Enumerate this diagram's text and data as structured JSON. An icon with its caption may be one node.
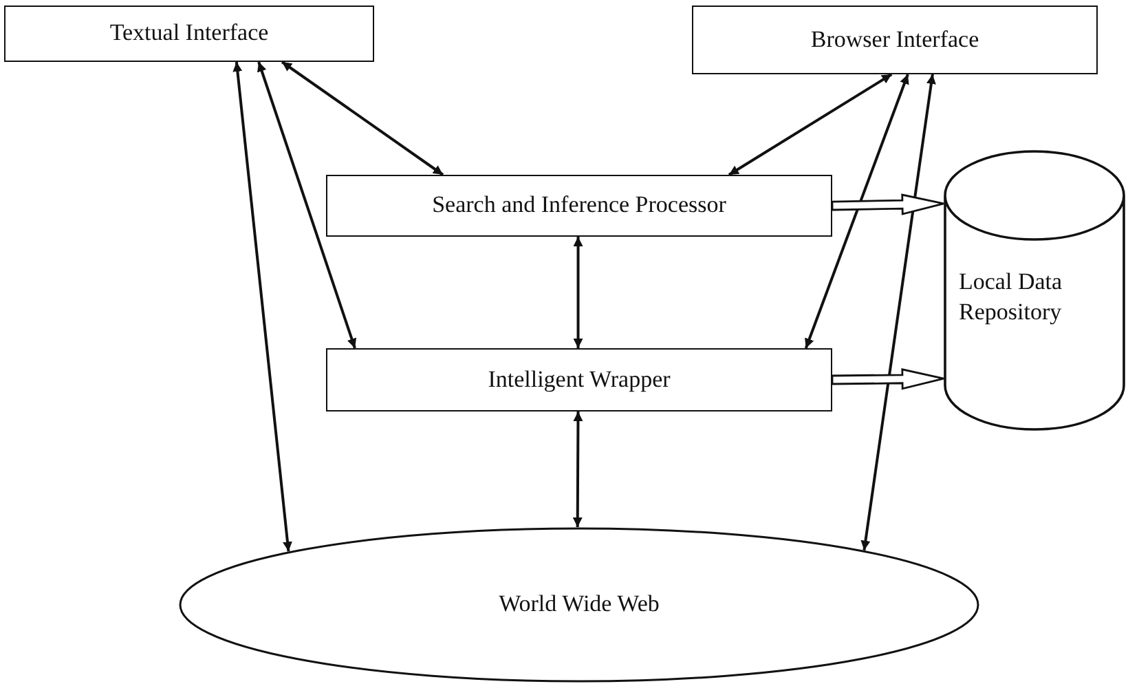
{
  "diagram": {
    "nodes": [
      {
        "text": [
          "Textual Interface"
        ]
      },
      {
        "text": [
          "Browser Interface"
        ]
      },
      {
        "text": [
          "Search and Inference Processor"
        ]
      },
      {
        "text": [
          "Local Data Repository"
        ]
      },
      {
        "text": [
          "Intelligent Wrapper"
        ]
      },
      {
        "text": [
          "World Wide Web"
        ]
      }
    ],
    "edges": [
      {
        "from": 0,
        "to": 2,
        "arrow": "both"
      },
      {
        "from": 1,
        "to": 2,
        "arrow": "both"
      },
      {
        "from": 0,
        "to": 4,
        "arrow": "both"
      },
      {
        "from": 1,
        "to": 4,
        "arrow": "both"
      },
      {
        "from": 0,
        "to": 5,
        "arrow": "both"
      },
      {
        "from": 1,
        "to": 5,
        "arrow": "both"
      },
      {
        "from": 2,
        "to": 4,
        "arrow": "both"
      },
      {
        "from": 4,
        "to": 5,
        "arrow": "both"
      },
      {
        "from": 2,
        "to": 3,
        "arrow": "to",
        "style": "thick"
      },
      {
        "from": 4,
        "to": 3,
        "arrow": "to",
        "style": "thick"
      }
    ]
  }
}
